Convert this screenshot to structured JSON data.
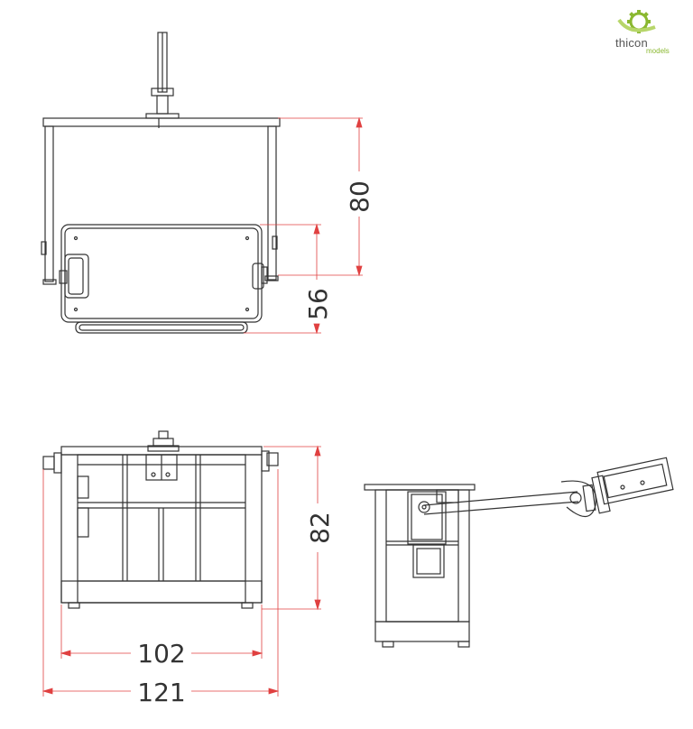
{
  "brand": {
    "name": "thicon",
    "tagline": "models",
    "colors": {
      "accent": "#8ab830",
      "text": "#555555"
    }
  },
  "views": [
    {
      "id": "top-view",
      "dimensions": [
        "80",
        "56"
      ]
    },
    {
      "id": "front-view",
      "dimensions": [
        "82",
        "102",
        "121"
      ]
    },
    {
      "id": "side-view",
      "dimensions": []
    }
  ],
  "dimensions": {
    "height_total": "80",
    "height_body": "56",
    "height_front": "82",
    "width_inner": "102",
    "width_outer": "121"
  },
  "colors": {
    "line": "#333333",
    "dimension_line": "#e04040"
  }
}
